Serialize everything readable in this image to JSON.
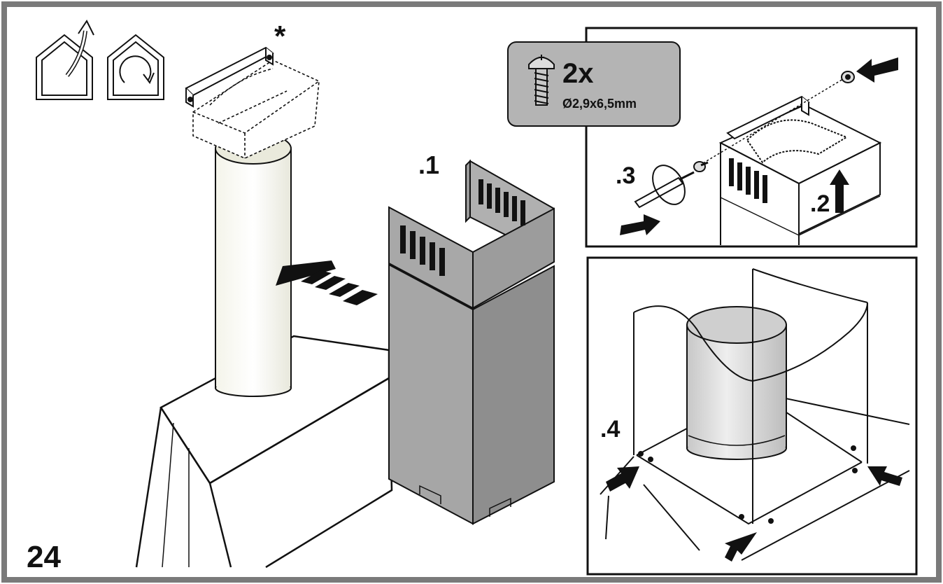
{
  "step_number": "24",
  "main": {
    "asterisk": "*",
    "part_label_1": ".1"
  },
  "screw_callout": {
    "quantity": "2x",
    "spec": "Ø2,9x6,5mm"
  },
  "detail_top": {
    "label_2": ".2",
    "label_3": ".3"
  },
  "detail_bottom": {
    "label_4": ".4"
  },
  "icons": [
    "extraction-mode-icon",
    "recirculation-mode-icon"
  ],
  "colors": {
    "frame": "#7a7a7a",
    "chimney": "#a8a8a8",
    "chimney_dark": "#8e8e8e",
    "callout": "#b4b4b4"
  }
}
